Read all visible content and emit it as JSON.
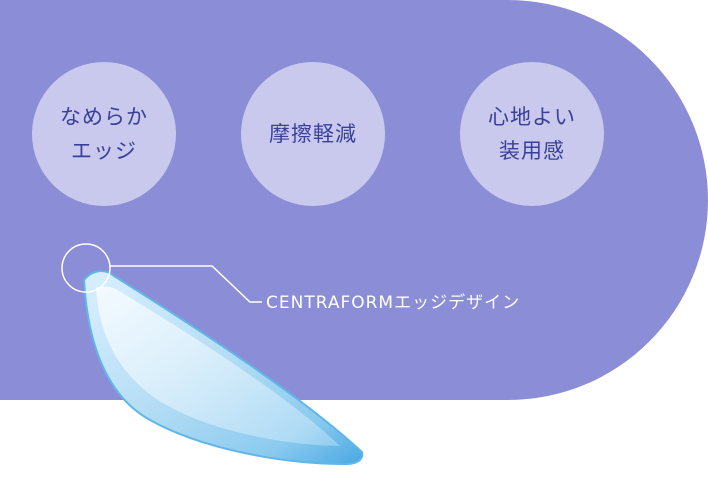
{
  "colors": {
    "panel_background": "#8b8ed6",
    "badge_background": "#c8c9ec",
    "badge_text": "#3b3f9a",
    "callout_text": "#ffffff"
  },
  "badges": [
    {
      "label": "なめらか\nエッジ"
    },
    {
      "label": "摩擦軽減"
    },
    {
      "label": "心地よい\n装用感"
    }
  ],
  "callout": {
    "label": "CENTRAFORMエッジデザイン"
  },
  "illustration": {
    "subject": "contact-lens-edge"
  }
}
